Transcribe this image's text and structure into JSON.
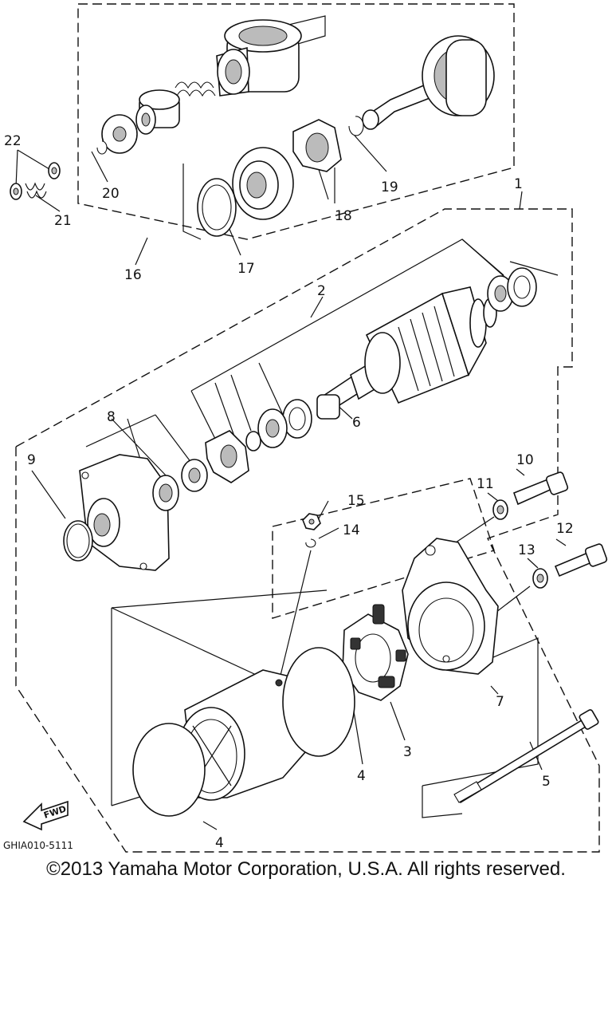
{
  "diagram_code": "GHIA010-5111",
  "fwd_label": "FWD",
  "copyright": "©2013 Yamaha Motor Corporation, U.S.A. All rights reserved.",
  "callouts": {
    "c1": "1",
    "c2": "2",
    "c3": "3",
    "c4a": "4",
    "c4b": "4",
    "c5": "5",
    "c6": "6",
    "c7": "7",
    "c8": "8",
    "c9": "9",
    "c10": "10",
    "c11": "11",
    "c12": "12",
    "c13": "13",
    "c14": "14",
    "c15": "15",
    "c16": "16",
    "c17": "17",
    "c18": "18",
    "c19": "19",
    "c20": "20",
    "c21": "21",
    "c22": "22"
  }
}
